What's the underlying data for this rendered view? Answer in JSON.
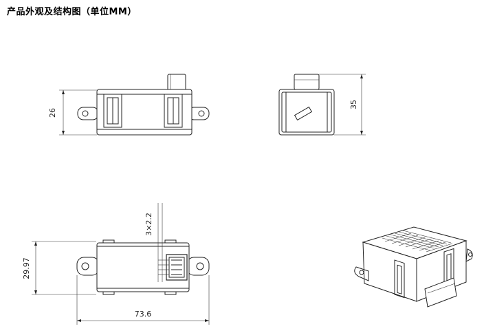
{
  "header": {
    "title": "产品外观及结构图（单位MM）"
  },
  "dimensions": {
    "front_height": "26",
    "side_height": "35",
    "connector_pitch": "3×2.2",
    "top_height": "29.97",
    "top_width": "73.6"
  }
}
